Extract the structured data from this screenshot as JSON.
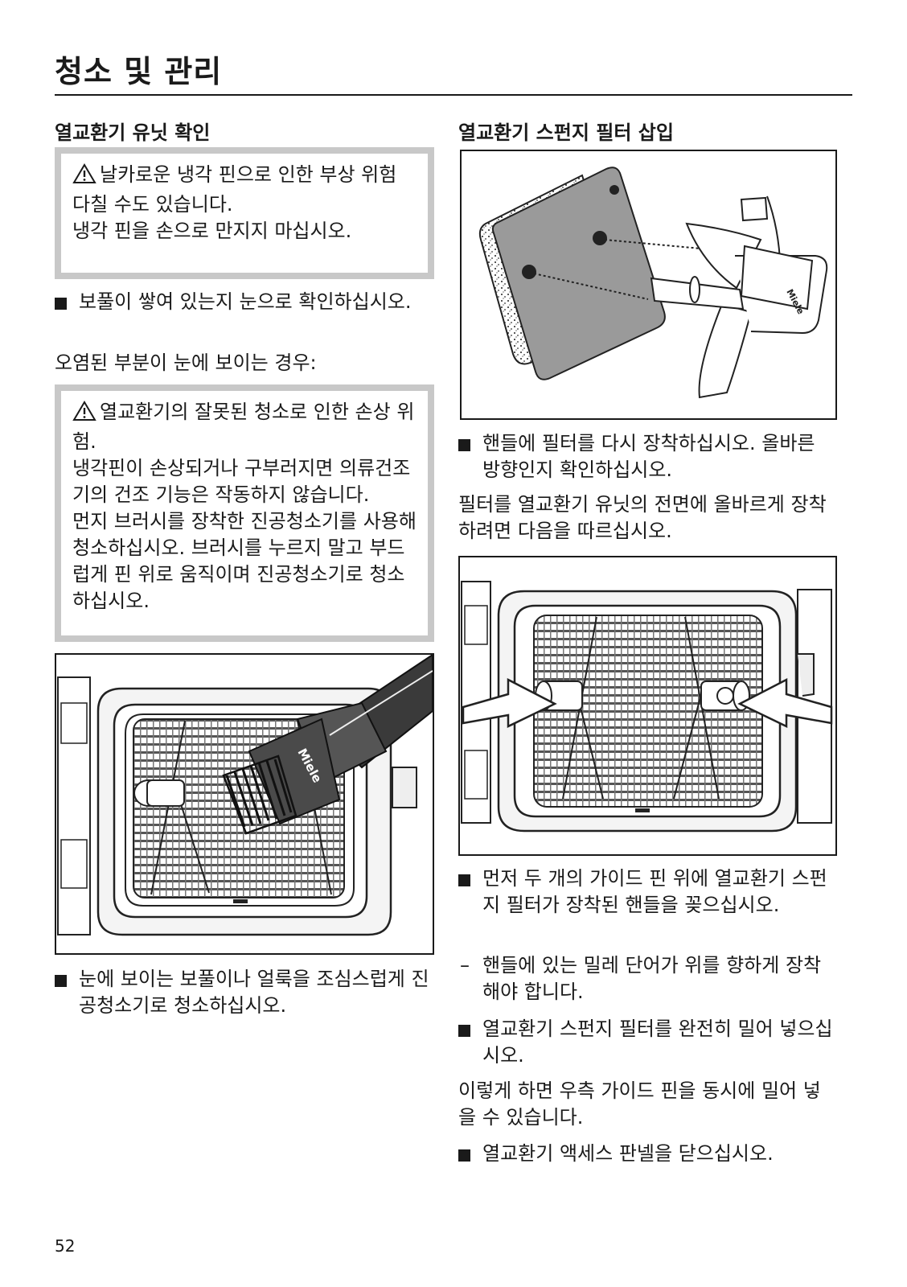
{
  "page": {
    "title": "청소 및 관리",
    "number": "52"
  },
  "left": {
    "heading": "열교환기 유닛 확인",
    "warning1": {
      "title": "날카로운 냉각 핀으로 인한 부상 위험",
      "lines": [
        "다칠 수도 있습니다.",
        "냉각 핀을 손으로 만지지 마십시오."
      ]
    },
    "bullet1": "보풀이 쌓여 있는지 눈으로 확인하십시오.",
    "text1": "오염된 부분이 눈에 보이는 경우:",
    "warning2": {
      "title": "열교환기의 잘못된 청소로 인한 손상 위험.",
      "lines": [
        "냉각핀이 손상되거나 구부러지면 의류건조기의 건조 기능은 작동하지 않습니다.",
        "먼지 브러시를 장착한 진공청소기를 사용해 청소하십시오. 브러시를 누르지 말고 부드럽게 핀 위로 움직이며 진공청소기로 청소하십시오."
      ]
    },
    "figure_brand": "Miele",
    "bullet2": "눈에 보이는 보풀이나 얼룩을 조심스럽게 진공청소기로 청소하십시오."
  },
  "right": {
    "heading": "열교환기 스펀지 필터 삽입",
    "figure_brand": "Miele",
    "bullet1": "핸들에 필터를 다시 장착하십시오. 올바른 방향인지 확인하십시오.",
    "text1": "필터를 열교환기 유닛의 전면에 올바르게 장착하려면 다음을 따르십시오.",
    "bullet2": "먼저 두 개의 가이드 핀 위에 열교환기 스펀지 필터가 장착된 핸들을 꽂으십시오.",
    "dash1": "핸들에 있는 밀레 단어가 위를 향하게 장착해야 합니다.",
    "bullet3": "열교환기 스펀지 필터를 완전히 밀어 넣으십시오.",
    "text2": "이렇게 하면 우측 가이드 핀을 동시에 밀어 넣을 수 있습니다.",
    "bullet4": "열교환기 액세스 판넬을 닫으십시오."
  }
}
